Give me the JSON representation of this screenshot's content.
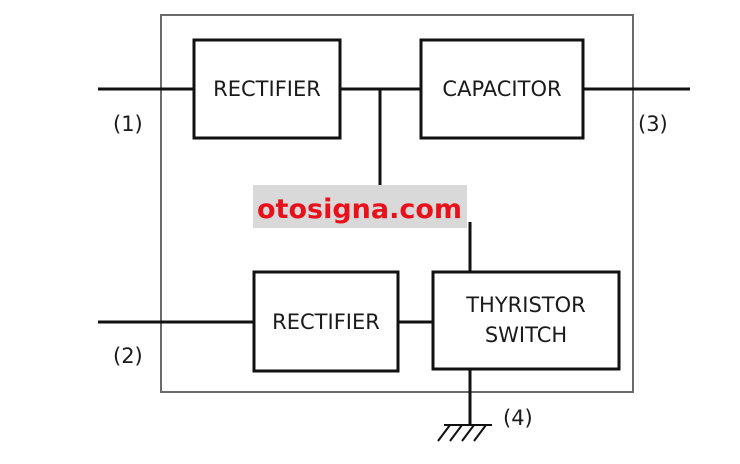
{
  "blocks": {
    "rectifier_top": "RECTIFIER",
    "capacitor": "CAPACITOR",
    "rectifier_bottom": "RECTIFIER",
    "thyristor_line1": "THYRISTOR",
    "thyristor_line2": "SWITCH"
  },
  "terminals": {
    "t1": "(1)",
    "t2": "(2)",
    "t3": "(3)",
    "t4": "(4)"
  },
  "watermark": "otosigna.com",
  "colors": {
    "line": "#111111",
    "outline": "#6b6b6b",
    "watermark_text": "#e8111b",
    "watermark_bg": "#d9d9d9"
  }
}
